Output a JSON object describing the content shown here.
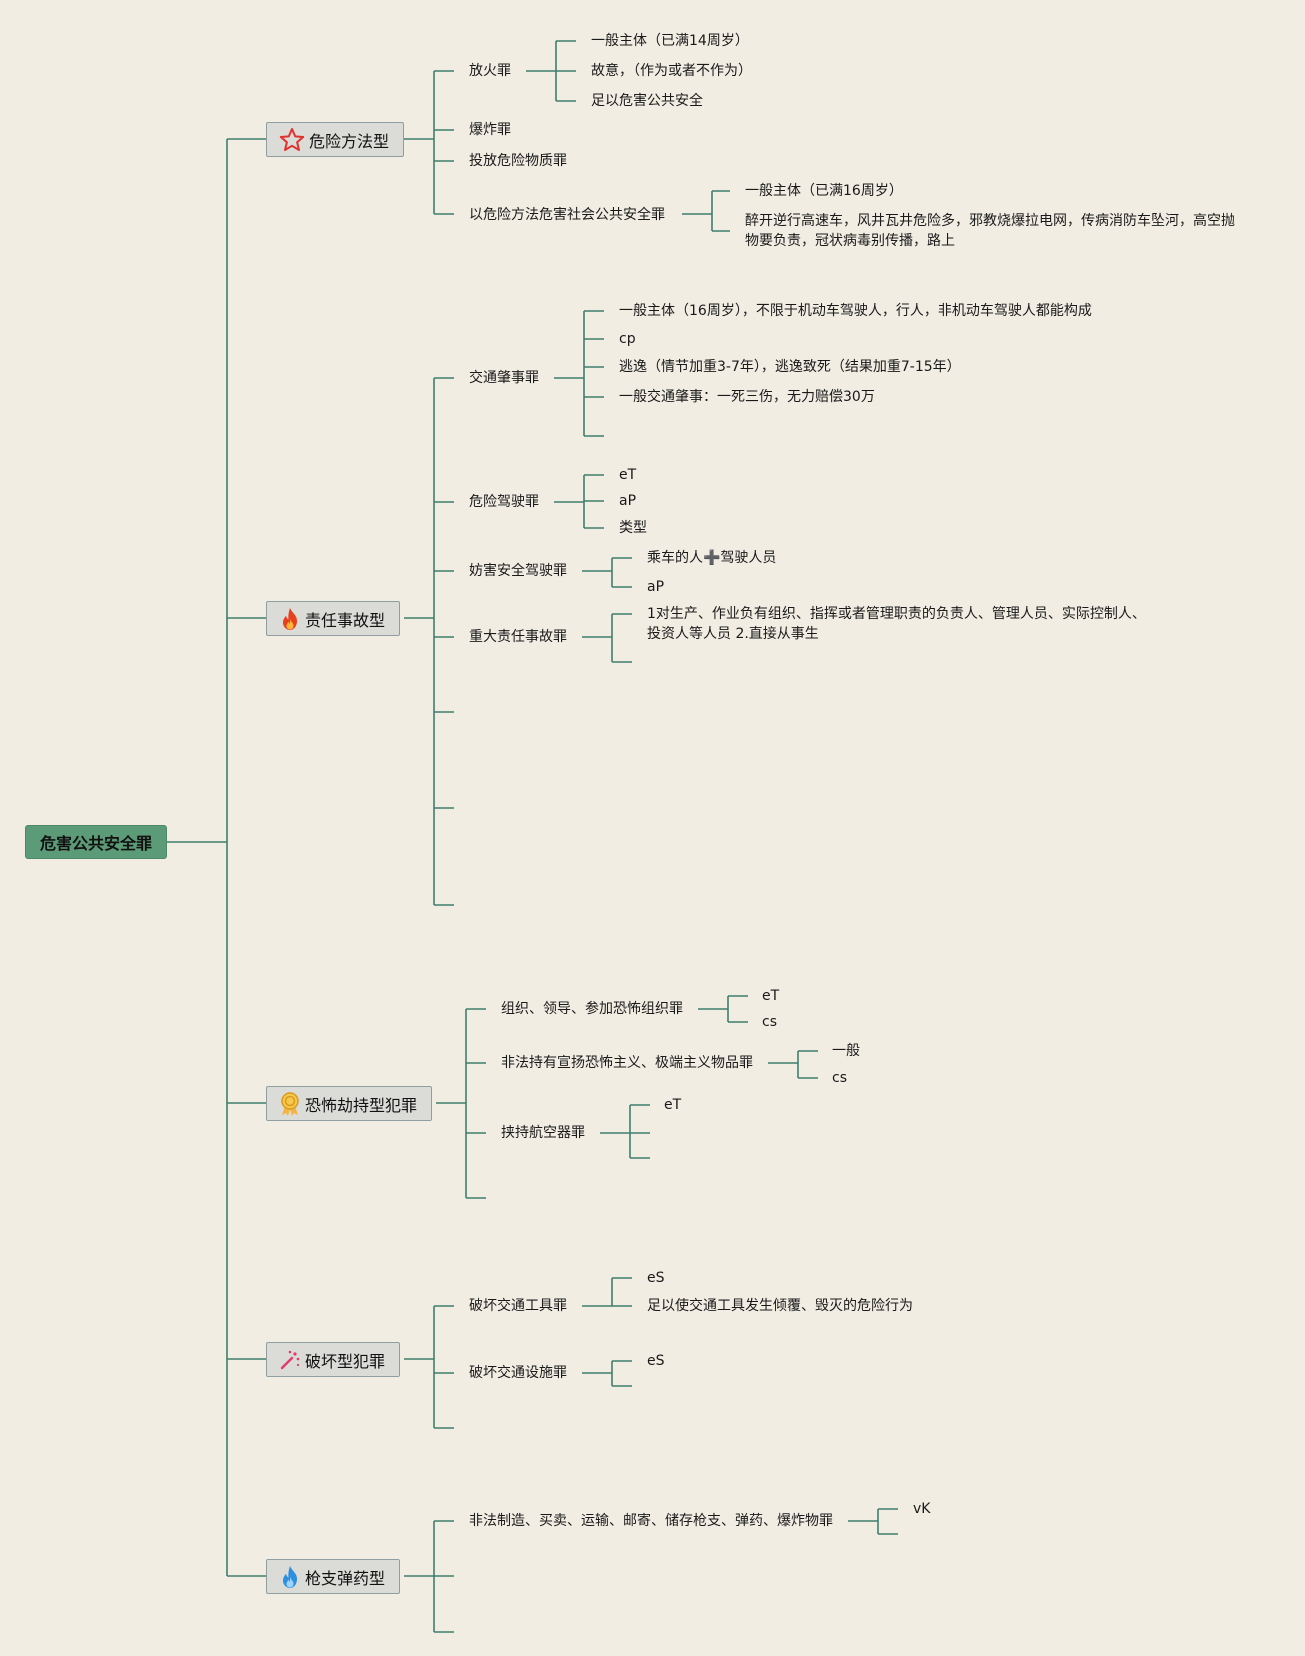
{
  "root": "危害公共安全罪",
  "colors": {
    "line": "#3f7f6c",
    "root_bg": "#5c9b78",
    "background": "#f1ede3",
    "node_bg": "#dbdbd8"
  },
  "categories": [
    {
      "label": "危险方法型",
      "icon": "star-icon"
    },
    {
      "label": "责任事故型",
      "icon": "fire-icon"
    },
    {
      "label": "恐怖劫持型犯罪",
      "icon": "medal-icon"
    },
    {
      "label": "破坏型犯罪",
      "icon": "magic-wand-icon"
    },
    {
      "label": "枪支弹药型",
      "icon": "water-flame-icon"
    }
  ],
  "c1": {
    "fanghuo": "放火罪",
    "fanghuo_items": [
      "一般主体（已满14周岁）",
      "故意，（作为或者不作为）",
      "足以危害公共安全"
    ],
    "baozha": "爆炸罪",
    "toufang": "投放危险物质罪",
    "yiwei": "以危险方法危害社会公共安全罪",
    "yiwei_items": [
      "一般主体（已满16周岁）",
      "醉开逆行高速车，风井瓦井危险多，邪教烧爆拉电网，传病消防车坠河，高空抛物要负责，冠状病毒别传播，路上"
    ]
  },
  "c2": {
    "jiaotong": "交通肇事罪",
    "jiaotong_items": [
      "一般主体（16周岁），不限于机动车驾驶人，行人，非机动车驾驶人都能构成",
      "cp",
      "逃逸（情节加重3-7年），逃逸致死（结果加重7-15年）",
      "一般交通肇事：一死三伤，无力赔偿30万"
    ],
    "weixian": "危险驾驶罪",
    "weixian_items": [
      "eT",
      "aP",
      "类型"
    ],
    "fanghai": "妨害安全驾驶罪",
    "fanghai_items": [
      "乘车的人➕驾驶人员",
      "aP"
    ],
    "zhongda": "重大责任事故罪",
    "zhongda_items": [
      "1对生产、作业负有组织、指挥或者管理职责的负责人、管理人员、实际控制人、投资人等人员 2.直接从事生"
    ]
  },
  "c3": {
    "zuzhi": "组织、领导、参加恐怖组织罪",
    "zuzhi_items": [
      "eT",
      "cs"
    ],
    "feifa": "非法持有宣扬恐怖主义、极端主义物品罪",
    "feifa_items": [
      "一般",
      "cs"
    ],
    "jiechi": "挟持航空器罪",
    "jiechi_items": [
      "eT"
    ]
  },
  "c4": {
    "gongju": "破坏交通工具罪",
    "gongju_items": [
      "eS",
      "足以使交通工具发生倾覆、毁灭的危险行为"
    ],
    "sheshi": "破坏交通设施罪",
    "sheshi_items": [
      "eS"
    ]
  },
  "c5": {
    "qiangzhi": "非法制造、买卖、运输、邮寄、储存枪支、弹药、爆炸物罪",
    "qiangzhi_items": [
      "vK"
    ]
  }
}
